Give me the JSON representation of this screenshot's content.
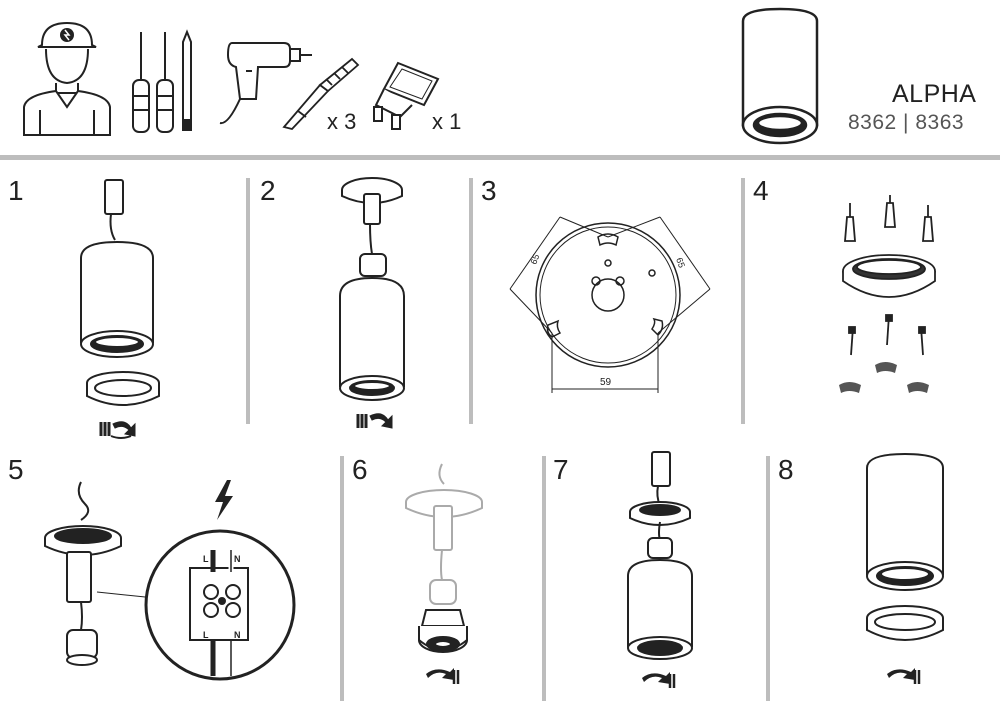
{
  "header": {
    "product_name": "ALPHA",
    "product_codes": "8362 | 8363",
    "tools": [
      {
        "icon": "electrician-icon"
      },
      {
        "icon": "screwdrivers-icon"
      },
      {
        "icon": "drill-icon"
      },
      {
        "icon": "wall-plug-screw-icon",
        "quantity": "x 3"
      },
      {
        "icon": "gu10-bulb-icon",
        "quantity": "x 1"
      }
    ]
  },
  "steps": [
    {
      "number": "1",
      "icon": "remove-ring-icon"
    },
    {
      "number": "2",
      "icon": "remove-body-icon"
    },
    {
      "number": "3",
      "icon": "mounting-plate-dimensions-icon",
      "dimensions": [
        "65",
        "65",
        "59"
      ]
    },
    {
      "number": "4",
      "icon": "fix-plate-screws-icon"
    },
    {
      "number": "5",
      "icon": "wiring-icon",
      "terminal_labels": {
        "top_left": "L",
        "top_right": "N",
        "bottom_left": "L",
        "bottom_right": "N"
      },
      "warning_icon": "electric-hazard-icon"
    },
    {
      "number": "6",
      "icon": "insert-bulb-icon"
    },
    {
      "number": "7",
      "icon": "attach-body-icon"
    },
    {
      "number": "8",
      "icon": "attach-ring-icon"
    }
  ]
}
